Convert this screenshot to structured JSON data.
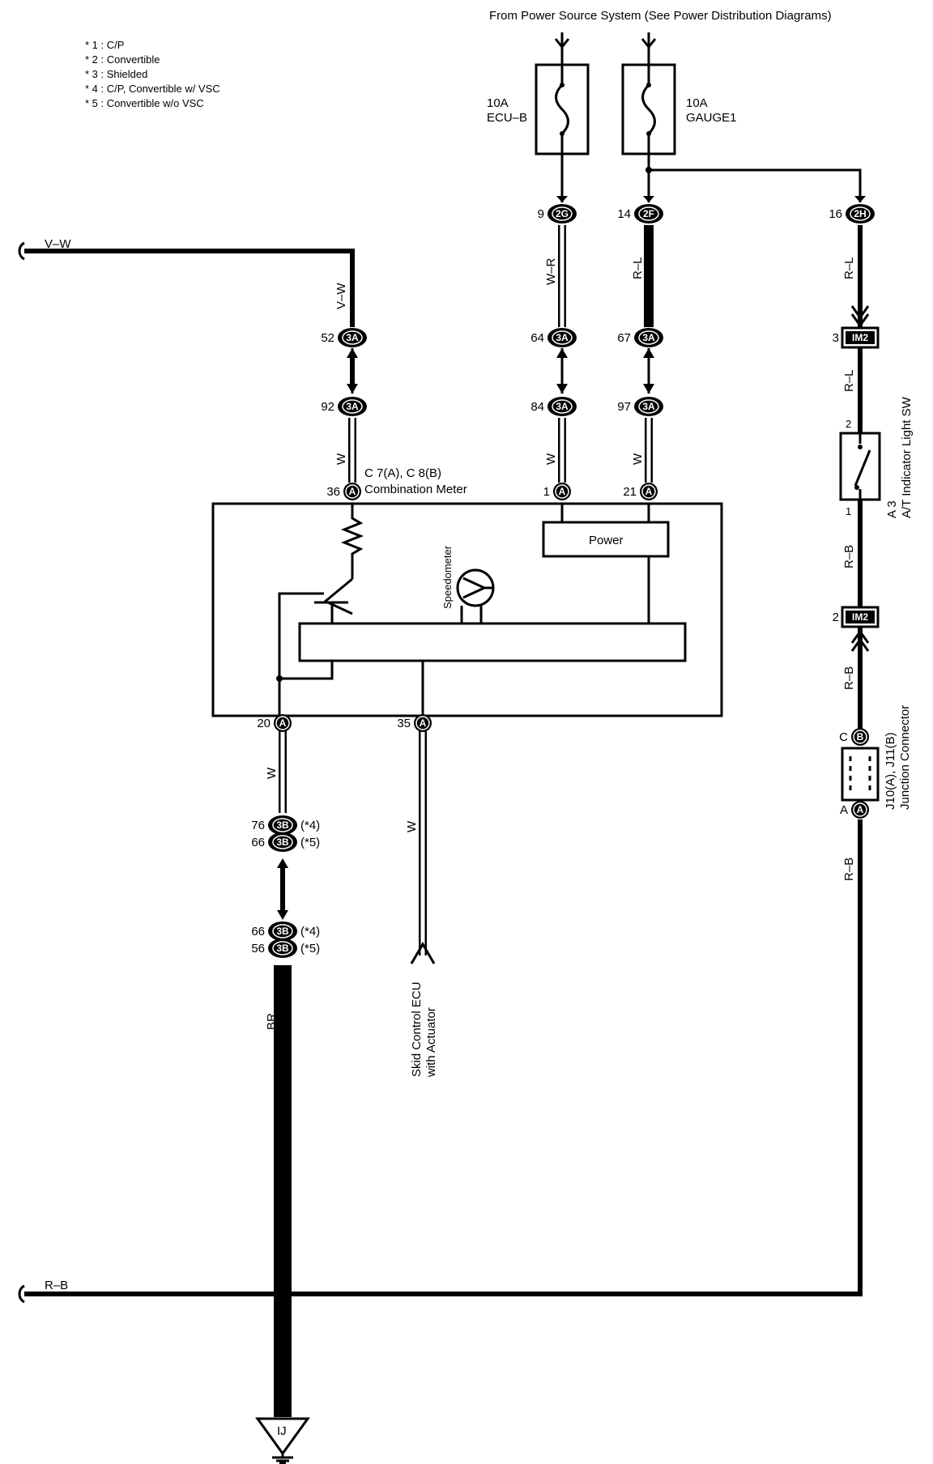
{
  "header": {
    "source": "From Power Source System (See Power Distribution Diagrams)"
  },
  "notes": [
    "* 1 : C/P",
    "* 2 : Convertible",
    "* 3 : Shielded",
    "* 4 : C/P,  Convertible w/ VSC",
    "* 5 : Convertible w/o VSC"
  ],
  "fuses": {
    "ecu_b": {
      "amp": "10A",
      "name": "ECU–B"
    },
    "gauge1": {
      "amp": "10A",
      "name": "GAUGE1"
    }
  },
  "connectors": {
    "c2g": {
      "pin": "9",
      "code": "2G"
    },
    "c2f": {
      "pin": "14",
      "code": "2F"
    },
    "c2h": {
      "pin": "16",
      "code": "2H"
    },
    "c3a_52": {
      "pin": "52",
      "code": "3A"
    },
    "c3a_92": {
      "pin": "92",
      "code": "3A"
    },
    "c3a_64": {
      "pin": "64",
      "code": "3A"
    },
    "c3a_84": {
      "pin": "84",
      "code": "3A"
    },
    "c3a_67": {
      "pin": "67",
      "code": "3A"
    },
    "c3a_97": {
      "pin": "97",
      "code": "3A"
    },
    "im2_3": {
      "pin": "3",
      "code": "IM2"
    },
    "im2_2": {
      "pin": "2",
      "code": "IM2"
    },
    "meter_36": {
      "pin": "36",
      "code": "A"
    },
    "meter_1": {
      "pin": "1",
      "code": "A"
    },
    "meter_21": {
      "pin": "21",
      "code": "A"
    },
    "meter_20": {
      "pin": "20",
      "code": "A"
    },
    "meter_35": {
      "pin": "35",
      "code": "A"
    },
    "c3b_76": {
      "pin": "76",
      "code": "3B",
      "note": "(*4)"
    },
    "c3b_66a": {
      "pin": "66",
      "code": "3B",
      "note": "(*5)"
    },
    "c3b_66b": {
      "pin": "66",
      "code": "3B",
      "note": "(*4)"
    },
    "c3b_56": {
      "pin": "56",
      "code": "3B",
      "note": "(*5)"
    },
    "jc_b": {
      "pin": "C",
      "code": "B"
    },
    "jc_a": {
      "pin": "A",
      "code": "A"
    },
    "ground": {
      "code": "IJ"
    }
  },
  "wires": {
    "v_w_left": "V–W",
    "v_w_vert": "V–W",
    "w_r": "W–R",
    "r_l_1": "R–L",
    "r_l_2": "R–L",
    "r_l_3": "R–L",
    "w_1": "W",
    "w_2": "W",
    "w_3": "W",
    "w_4": "W",
    "w_5": "W",
    "r_b_1": "R–B",
    "r_b_2": "R–B",
    "r_b_3": "R–B",
    "r_b_bottom": "R–B",
    "br": "BR"
  },
  "components": {
    "meter_id": "C 7(A), C 8(B)",
    "meter_name": "Combination Meter",
    "power": "Power",
    "speedometer": "Speedometer",
    "switch_pin_top": "2",
    "switch_pin_bottom": "1",
    "switch_id": "A 3",
    "switch_name": "A/T Indicator Light SW",
    "jc_id": "J10(A), J11(B)",
    "jc_name": "Junction Connector",
    "skid_line1": "Skid Control ECU",
    "skid_line2": "with Actuator"
  }
}
